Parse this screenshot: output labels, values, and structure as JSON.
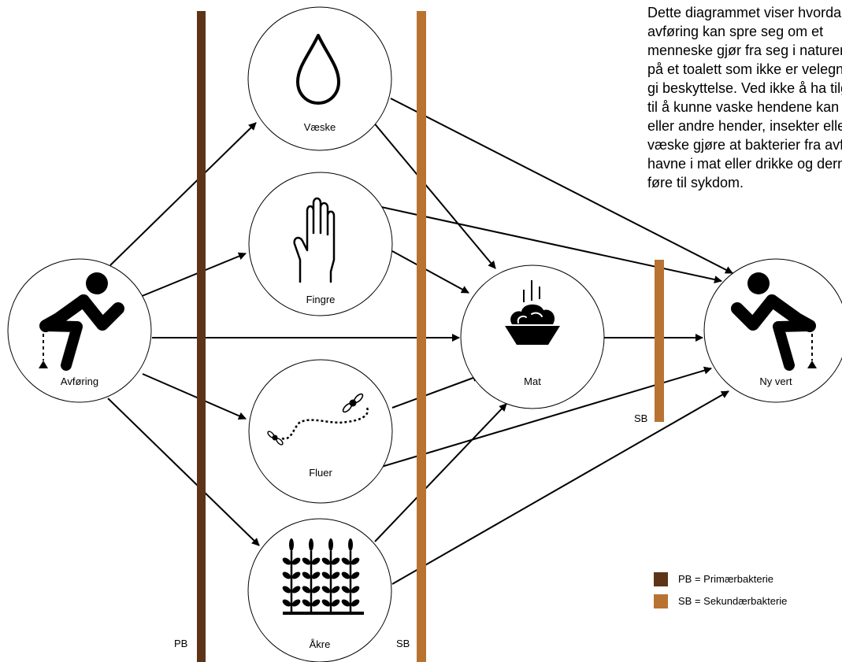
{
  "description": "Dette diagrammet viser hvordan avføring kan spre seg om et menneske gjør fra seg i naturen, eller på et toalett som ikke er velegnet til å gi beskyttelse. Ved ikke å ha tilgang til å kunne vaske hendene kan fingre eller andre hender, insekter eller væske gjøre at bakterier fra avføring havne i mat eller drikke og dermed føre til sykdom.",
  "nodes": {
    "source": "Avføring",
    "liquid": "Væske",
    "fingers": "Fingre",
    "flies": "Fluer",
    "fields": "Åkre",
    "food": "Mat",
    "host": "Ny vert"
  },
  "barriers": {
    "primary_label": "PB",
    "secondary_label_1": "SB",
    "secondary_label_2": "SB"
  },
  "legend": {
    "primary": "PB = Primærbakterie",
    "secondary": "SB = Sekundærbakterie"
  },
  "colors": {
    "primary_barrier": "#5e3418",
    "secondary_barrier": "#b87333",
    "ink": "#000000"
  },
  "icons": [
    "squatting-person-icon",
    "water-drop-icon",
    "hand-icon",
    "fly-icon",
    "wheat-field-icon",
    "food-bowl-icon"
  ]
}
